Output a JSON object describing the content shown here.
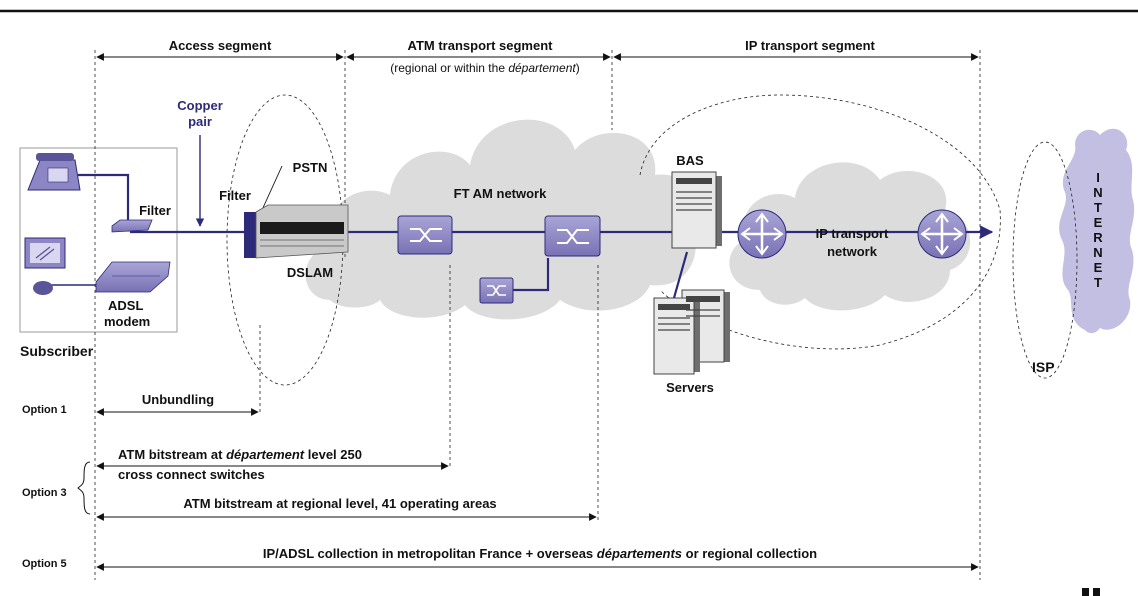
{
  "segments": {
    "access": "Access segment",
    "atm": "ATM transport segment",
    "atm_sub_pre": "(regional or within the ",
    "atm_sub_italic": "département",
    "atm_sub_post": ")",
    "ip": "IP transport segment"
  },
  "labels": {
    "copper_line1": "Copper",
    "copper_line2": "pair",
    "filter_left": "Filter",
    "filter_right": "Filter",
    "pstn": "PSTN",
    "dslam": "DSLAM",
    "ftam": "FT AM network",
    "bas": "BAS",
    "ip_transport_line1": "IP transport",
    "ip_transport_line2": "network",
    "servers": "Servers",
    "adsl_line1": "ADSL",
    "adsl_line2": "modem",
    "subscriber": "Subscriber",
    "isp": "ISP",
    "internet_letters": [
      "I",
      "N",
      "T",
      "E",
      "R",
      "N",
      "E",
      "T"
    ]
  },
  "options": {
    "option1": "Option 1",
    "option3": "Option 3",
    "option5": "Option 5",
    "unbundling": "Unbundling",
    "atm_dept_pre": "ATM bitstream at ",
    "atm_dept_italic": "département",
    "atm_dept_post": " level 250",
    "atm_dept_line2": "cross connect switches",
    "atm_regional": "ATM bitstream at regional level, 41 operating areas",
    "ipadsl_pre": "IP/ADSL collection in metropolitan France + overseas ",
    "ipadsl_italic": "départements",
    "ipadsl_post": " or regional collection"
  },
  "colors": {
    "accent": "#2d2a7a",
    "device": "#8c86c4",
    "device_dark": "#5a5499",
    "cloud": "#dcdcdc",
    "internet_cloud": "#c3bfe3"
  },
  "icons": [
    "telephone-icon",
    "computer-icon",
    "filter-icon",
    "adsl-modem-icon",
    "dslam-icon",
    "atm-switch-icon",
    "bas-server-icon",
    "router-icon",
    "servers-icon",
    "internet-cloud-icon"
  ]
}
